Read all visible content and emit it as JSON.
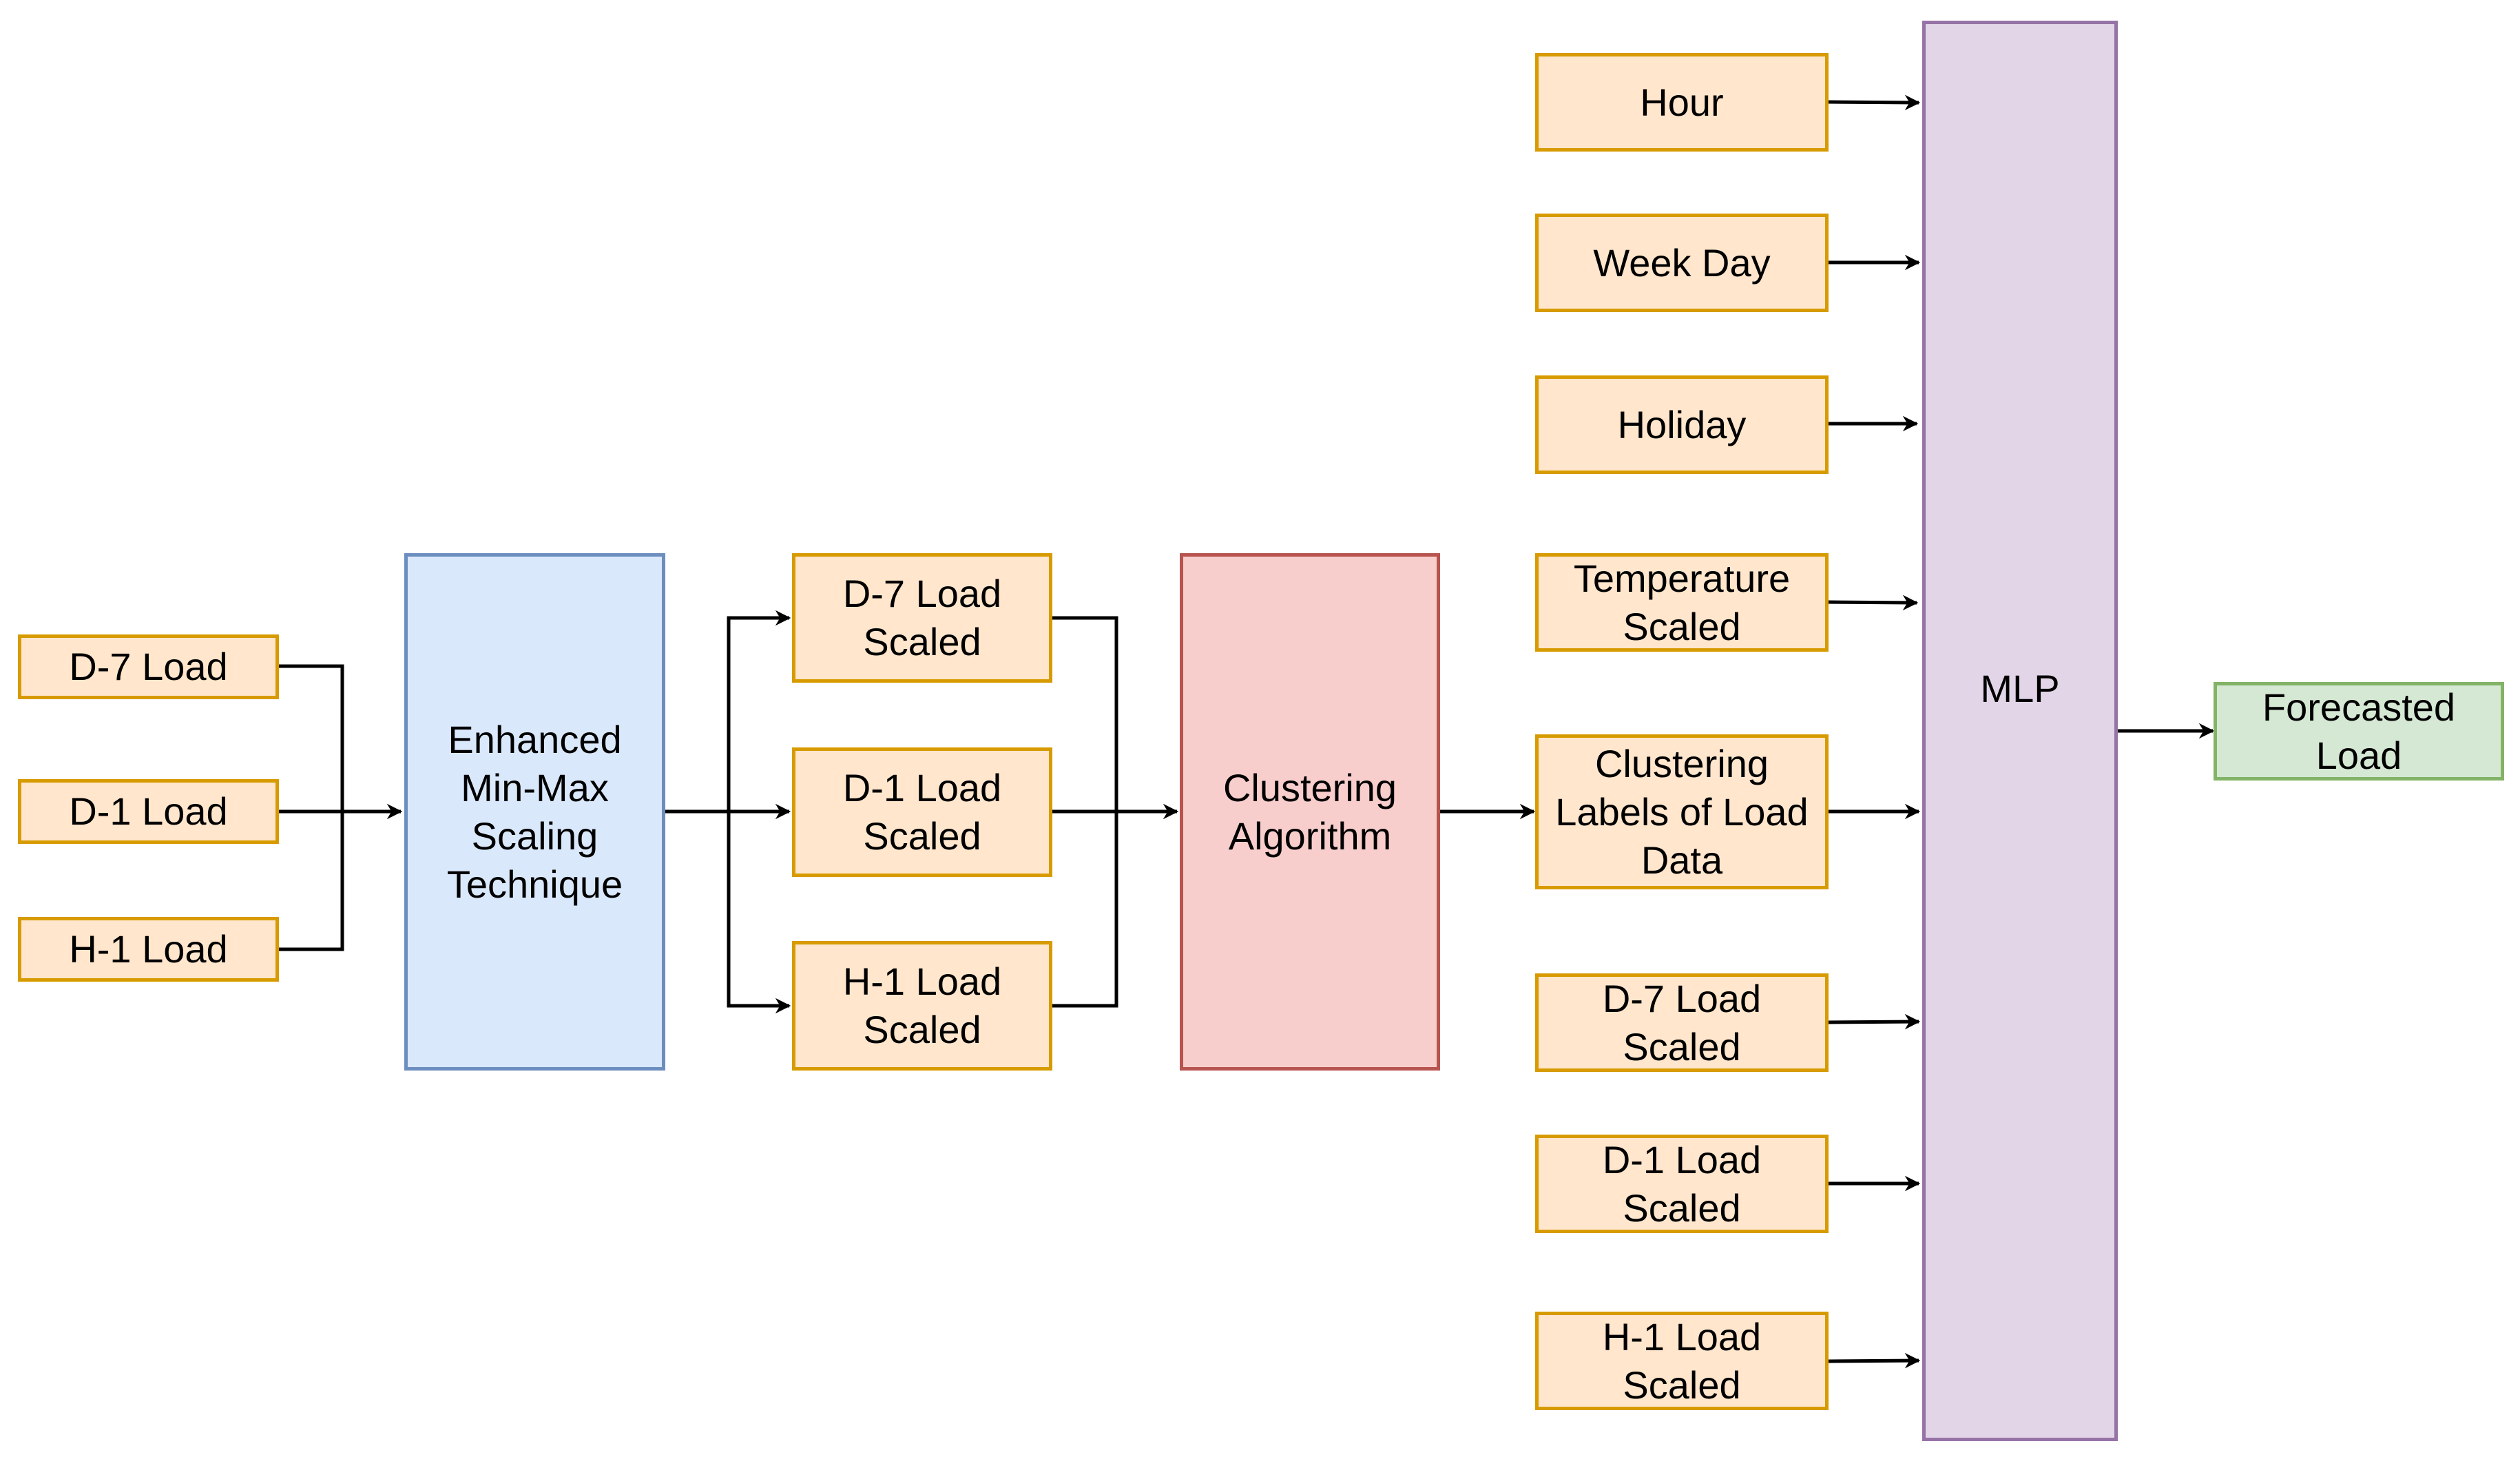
{
  "colors": {
    "input_fill": "#ffe6cc",
    "input_stroke": "#d79b00",
    "scaling_fill": "#dae8fc",
    "scaling_stroke": "#6c8ebf",
    "clustering_fill": "#f8cecc",
    "clustering_stroke": "#b85450",
    "mlp_fill": "#e1d5e7",
    "mlp_stroke": "#9673a6",
    "output_fill": "#d5e8d4",
    "output_stroke": "#82b366",
    "arrow": "#000000"
  },
  "inputs": {
    "d7": "D-7 Load",
    "d1": "D-1 Load",
    "h1": "H-1 Load"
  },
  "scaling": {
    "label": "Enhanced\nMin-Max\nScaling\nTechnique"
  },
  "scaled": {
    "d7": "D-7 Load\nScaled",
    "d1": "D-1 Load\nScaled",
    "h1": "H-1 Load\nScaled"
  },
  "clustering": {
    "label": "Clustering\nAlgorithm"
  },
  "features": {
    "hour": "Hour",
    "weekday": "Week Day",
    "holiday": "Holiday",
    "temperature": "Temperature\nScaled",
    "cluster_labels": "Clustering\nLabels of Load\nData",
    "d7": "D-7 Load\nScaled",
    "d1": "D-1 Load\nScaled",
    "h1": "H-1 Load\nScaled"
  },
  "mlp": {
    "label": "MLP"
  },
  "output": {
    "label": "Forecasted\nLoad"
  }
}
